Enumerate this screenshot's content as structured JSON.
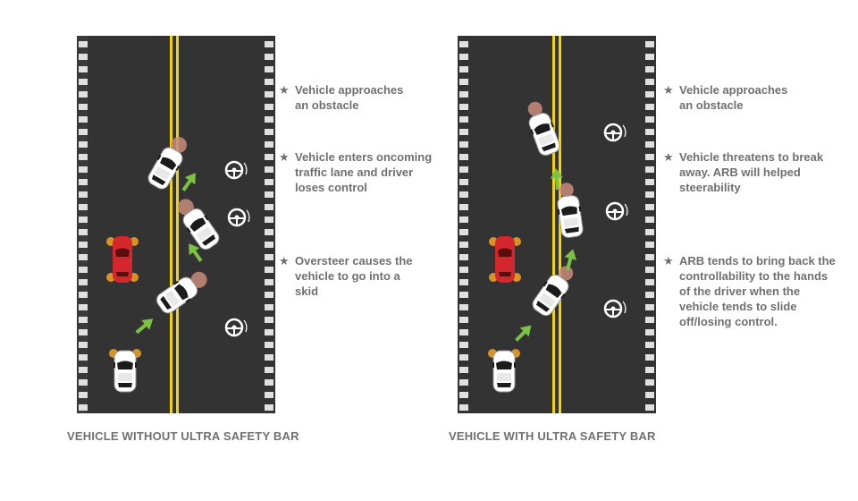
{
  "panels": [
    {
      "caption": "VEHICLE WITHOUT ULTRA SAFETY BAR",
      "notes": [
        {
          "icon": "star-icon",
          "text": "Vehicle approaches an obstacle"
        },
        {
          "icon": "star-icon",
          "text": "Vehicle enters oncoming traffic lane and driver loses control"
        },
        {
          "icon": "star-icon",
          "text": "Oversteer causes the vehicle to go into a skid"
        }
      ]
    },
    {
      "caption": "VEHICLE WITH ULTRA SAFETY BAR",
      "notes": [
        {
          "icon": "star-icon",
          "text": "Vehicle approaches an obstacle"
        },
        {
          "icon": "star-icon",
          "text": "Vehicle threatens to break away. ARB will helped steerability"
        },
        {
          "icon": "star-icon",
          "text": "ARB tends to bring back the controllability to the hands of the driver when the vehicle tends to slide off/losing control."
        }
      ]
    }
  ],
  "colors": {
    "asphalt": "#333333",
    "center_line": "#f2d40a",
    "edge_dash": "#e0e0e0",
    "arrow": "#7cc242",
    "white_car": "#ffffff",
    "red_car": "#d3262d",
    "hazard_light": "#f5a623",
    "text_gray": "#707070"
  }
}
